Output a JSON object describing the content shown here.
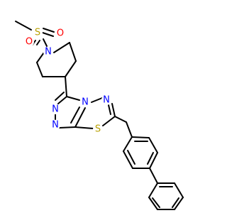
{
  "molecule": {
    "atoms": [
      {
        "id": "S1",
        "label": "S",
        "element": "S"
      },
      {
        "id": "O1",
        "label": "O",
        "element": "O"
      },
      {
        "id": "O2",
        "label": "O",
        "element": "O"
      },
      {
        "id": "N1",
        "label": "N",
        "element": "N"
      },
      {
        "id": "N2",
        "label": "N",
        "element": "N"
      },
      {
        "id": "N3",
        "label": "N",
        "element": "N"
      },
      {
        "id": "N4",
        "label": "N",
        "element": "N"
      },
      {
        "id": "N5",
        "label": "N",
        "element": "N"
      },
      {
        "id": "S2",
        "label": "S",
        "element": "S"
      }
    ],
    "colors": {
      "S": "#b8a000",
      "O": "#ff0000",
      "N": "#0000ff",
      "bond": "#000000"
    }
  }
}
